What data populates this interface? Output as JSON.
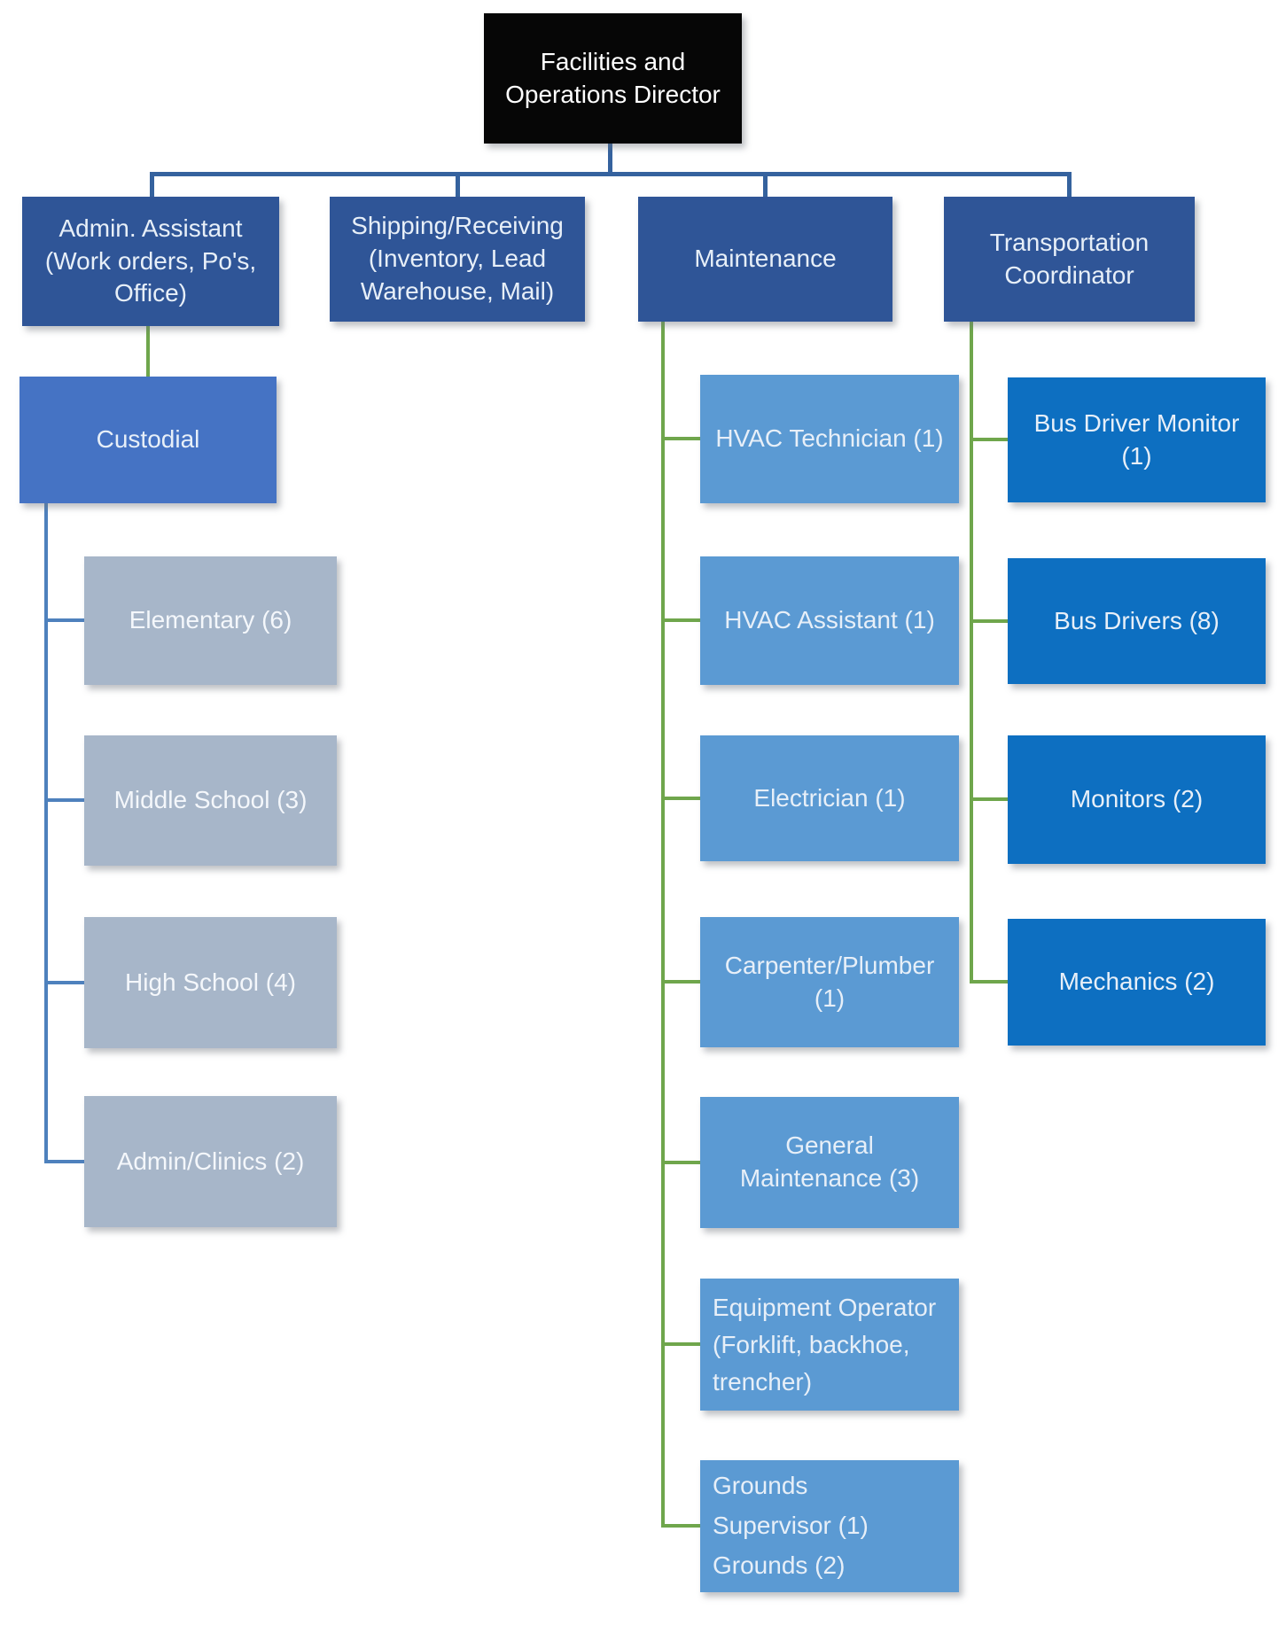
{
  "nodes": {
    "director": {
      "label": "Facilities and\nOperations Director"
    },
    "admin_assistant": {
      "label": "Admin. Assistant\n(Work orders, Po's,\nOffice)"
    },
    "shipping": {
      "label": "Shipping/Receiving\n(Inventory, Lead\nWarehouse, Mail)"
    },
    "maintenance": {
      "label": "Maintenance"
    },
    "transportation": {
      "label": "Transportation\nCoordinator"
    },
    "custodial": {
      "label": "Custodial"
    },
    "elementary": {
      "label": "Elementary (6)"
    },
    "middle_school": {
      "label": "Middle School (3)"
    },
    "high_school": {
      "label": "High School (4)"
    },
    "admin_clinics": {
      "label": "Admin/Clinics (2)"
    },
    "hvac_technician": {
      "label": "HVAC Technician (1)"
    },
    "hvac_assistant": {
      "label": "HVAC Assistant (1)"
    },
    "electrician": {
      "label": "Electrician (1)"
    },
    "carpenter_plumber": {
      "label": "Carpenter/Plumber\n(1)"
    },
    "general_maintenance": {
      "label": "General\nMaintenance (3)"
    },
    "equipment_operator": {
      "label": "Equipment Operator\n(Forklift, backhoe,\ntrencher)"
    },
    "grounds": {
      "label": "Grounds\nSupervisor (1)\nGrounds (2)"
    },
    "bus_driver_monitor": {
      "label": "Bus Driver Monitor\n(1)"
    },
    "bus_drivers": {
      "label": "Bus Drivers (8)"
    },
    "monitors": {
      "label": "Monitors (2)"
    },
    "mechanics": {
      "label": "Mechanics (2)"
    }
  },
  "edges": [
    {
      "parent": "director",
      "child": "admin_assistant"
    },
    {
      "parent": "director",
      "child": "shipping"
    },
    {
      "parent": "director",
      "child": "maintenance"
    },
    {
      "parent": "director",
      "child": "transportation"
    },
    {
      "parent": "admin_assistant",
      "child": "custodial"
    },
    {
      "parent": "custodial",
      "child": "elementary"
    },
    {
      "parent": "custodial",
      "child": "middle_school"
    },
    {
      "parent": "custodial",
      "child": "high_school"
    },
    {
      "parent": "custodial",
      "child": "admin_clinics"
    },
    {
      "parent": "maintenance",
      "child": "hvac_technician"
    },
    {
      "parent": "maintenance",
      "child": "hvac_assistant"
    },
    {
      "parent": "maintenance",
      "child": "electrician"
    },
    {
      "parent": "maintenance",
      "child": "carpenter_plumber"
    },
    {
      "parent": "maintenance",
      "child": "general_maintenance"
    },
    {
      "parent": "maintenance",
      "child": "equipment_operator"
    },
    {
      "parent": "maintenance",
      "child": "grounds"
    },
    {
      "parent": "transportation",
      "child": "bus_driver_monitor"
    },
    {
      "parent": "transportation",
      "child": "bus_drivers"
    },
    {
      "parent": "transportation",
      "child": "monitors"
    },
    {
      "parent": "transportation",
      "child": "mechanics"
    }
  ],
  "colors": {
    "director_fill": "#060606",
    "level2_fill": "#2F5597",
    "custodial_fill": "#4573C4",
    "custodial_child_fill": "#A7B6C9",
    "maintenance_child_fill": "#5B9AD3",
    "transport_child_fill": "#0D6FC1",
    "connector_blue": "#35629E",
    "connector_green": "#6FA64C",
    "connector_steel": "#4E81BD",
    "box_text": "#E7EFF8",
    "director_text": "#FFFFFF"
  }
}
